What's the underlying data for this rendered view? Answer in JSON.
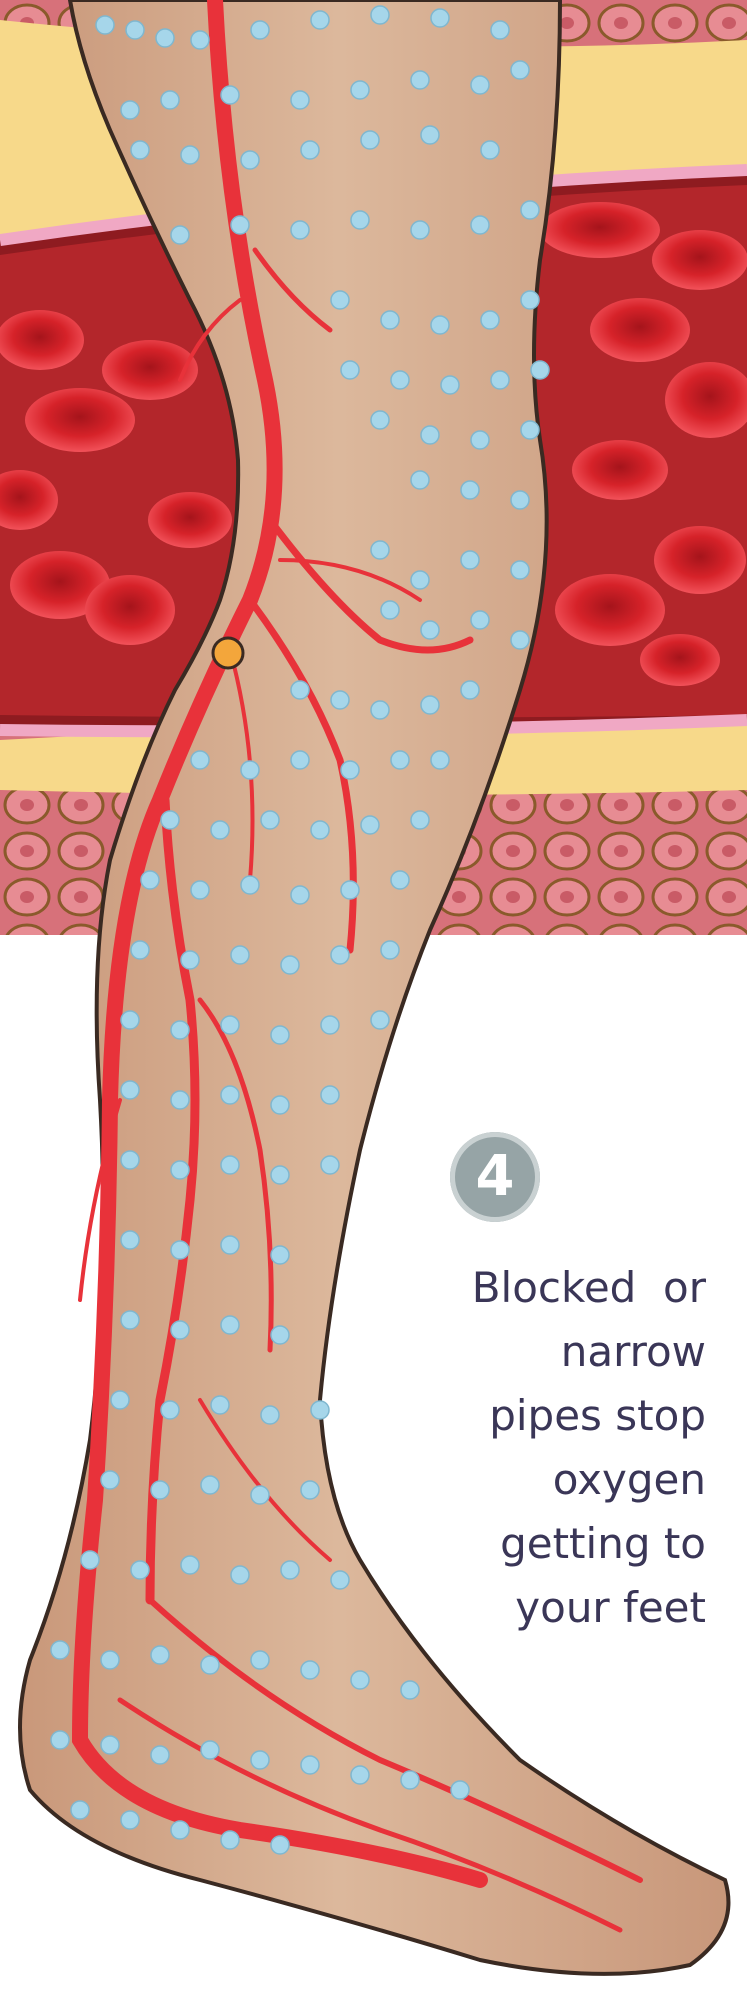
{
  "step": {
    "number": "4"
  },
  "caption": {
    "lines": [
      "Blocked  or",
      "narrow",
      "pipes stop",
      "oxygen",
      "getting to",
      "your feet"
    ]
  },
  "colors": {
    "artery": "#e8323a",
    "skin": "#d9b296",
    "blood_cell": "#cf1f27",
    "vessel_wall": "#8e1b20",
    "fat_layer": "#f7d98a",
    "tissue_cells": "#d9707a",
    "oxygen_dots": "#a6d6ea",
    "badge": "#96a4a6",
    "text": "#3a3657"
  }
}
